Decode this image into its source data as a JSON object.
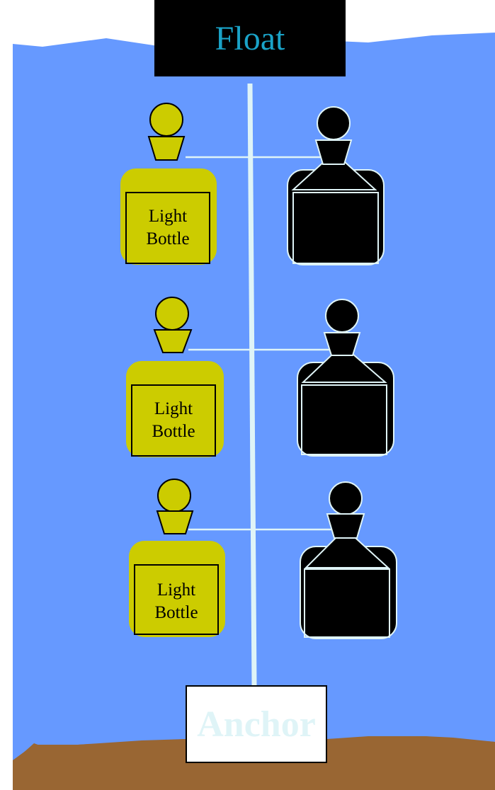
{
  "float": {
    "label": "Float"
  },
  "anchor": {
    "label": "Anchor"
  },
  "bottles": [
    {
      "light": {
        "line1": "Light",
        "line2": "Bottle"
      }
    },
    {
      "light": {
        "line1": "Light",
        "line2": "Bottle"
      }
    },
    {
      "light": {
        "line1": "Light",
        "line2": "Bottle"
      }
    }
  ],
  "colors": {
    "water": "#6699ff",
    "sediment": "#996633",
    "light_bottle": "#cccc00",
    "dark_bottle": "#000000",
    "rope": "#dff4f7",
    "float_text": "#1aa3c8"
  }
}
